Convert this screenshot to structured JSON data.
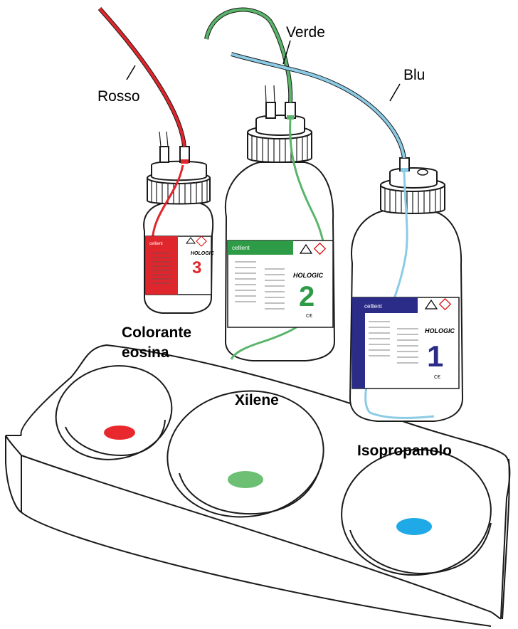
{
  "labels": {
    "tube_red": "Rosso",
    "tube_green": "Verde",
    "tube_blue": "Blu",
    "reagent_3_line1": "Colorante",
    "reagent_3_line2": "eosina",
    "reagent_2": "Xilene",
    "reagent_1": "Isopropanolo"
  },
  "bottles": [
    {
      "number": "3",
      "brand": "HOLOGIC",
      "logo": "cellient",
      "color": "#e0262d"
    },
    {
      "number": "2",
      "brand": "HOLOGIC",
      "logo": "cellient",
      "color": "#2e9b47"
    },
    {
      "number": "1",
      "brand": "HOLOGIC",
      "logo": "cellient",
      "color": "#2a2c88"
    }
  ],
  "colors": {
    "red": "#e0262d",
    "green": "#5ab56a",
    "blue": "#8ccbe6",
    "dot_red": "#e8282c",
    "dot_green": "#6cbf73",
    "dot_blue": "#1fa9e6",
    "outline": "#1a1a1a"
  },
  "icons": [
    "warning-icon",
    "flammable-icon",
    "ce-mark-icon"
  ]
}
